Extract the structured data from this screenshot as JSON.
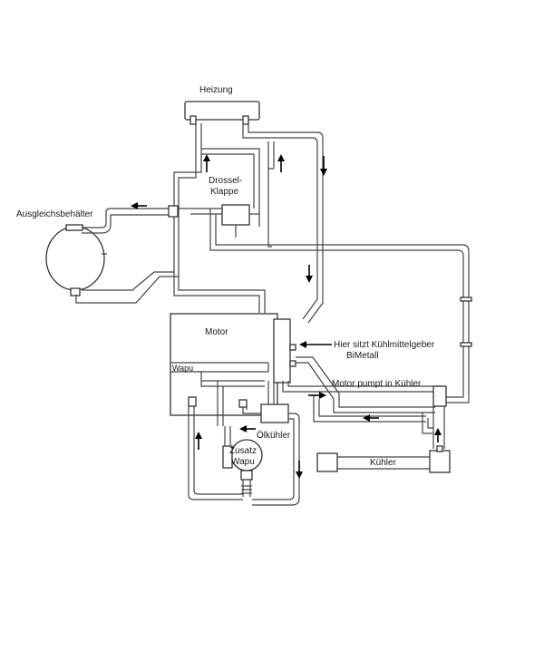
{
  "labels": {
    "heizung": "Heizung",
    "drossel_line1": "Drossel-",
    "drossel_line2": "Klappe",
    "ausgleich": "Ausgleichsbehälter",
    "motor": "Motor",
    "hier_line1": "Hier sitzt Kühlmittelgeber",
    "hier_line2": "BiMetall",
    "wapu": "Wapu",
    "motorpumpt": "Motor pumpt in Kühler",
    "oelkuehler": "Ölkühler",
    "zusatz_line1": "Zusatz",
    "zusatz_line2": "Wapu",
    "kuehler": "Kühler"
  }
}
